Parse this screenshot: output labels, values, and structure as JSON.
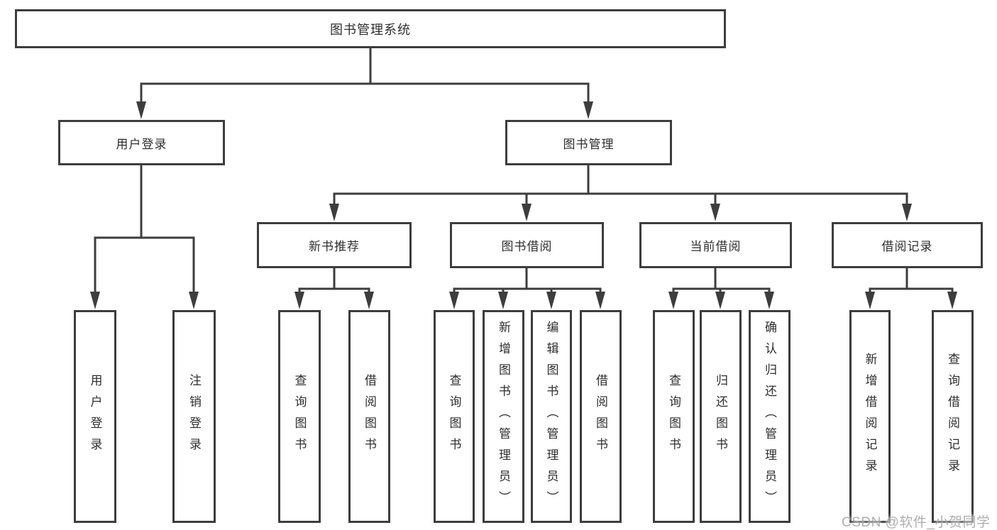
{
  "tree": {
    "root": {
      "label": "图书管理系统"
    },
    "branches": [
      {
        "label": "用户登录",
        "leaves": [
          "用户登录",
          "注销登录"
        ]
      },
      {
        "label": "图书管理",
        "sections": [
          {
            "label": "新书推荐",
            "leaves": [
              "查询图书",
              "借阅图书"
            ]
          },
          {
            "label": "图书借阅",
            "leaves": [
              "查询图书",
              "新增图书（管理员）",
              "编辑图书（管理员）",
              "借阅图书"
            ]
          },
          {
            "label": "当前借阅",
            "leaves": [
              "查询图书",
              "归还图书",
              "确认归还（管理员）"
            ]
          },
          {
            "label": "借阅记录",
            "leaves": [
              "新增借阅记录",
              "查询借阅记录"
            ]
          }
        ]
      }
    ]
  },
  "watermark": {
    "text": "CSDN @软件_小贺同学"
  },
  "colors": {
    "line": "#3d3d3d",
    "text": "#2e2e2e",
    "bg": "#ffffff",
    "watermark": "#a6a6a6"
  }
}
